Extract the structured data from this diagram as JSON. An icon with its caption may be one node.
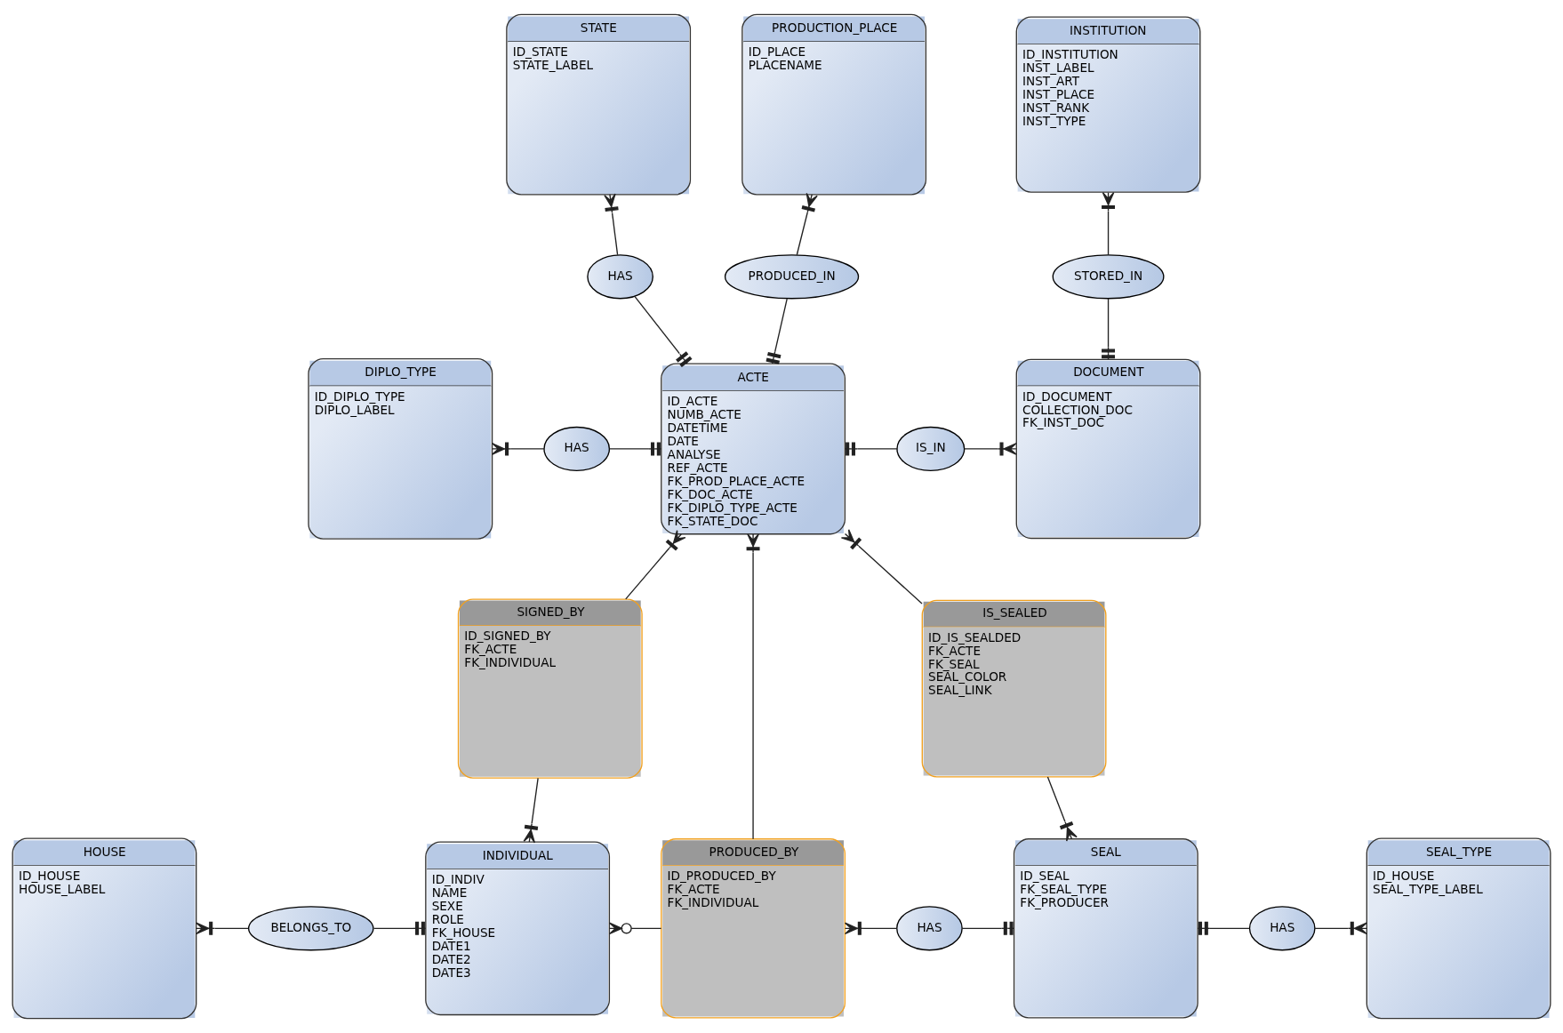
{
  "diagram": {
    "nodes": [
      {
        "text": [
          "STATE",
          "ID_STATE",
          "STATE_LABEL"
        ]
      },
      {
        "text": [
          "PRODUCTION_PLACE",
          "ID_PLACE",
          "PLACENAME"
        ]
      },
      {
        "text": [
          "INSTITUTION",
          "ID_INSTITUTION",
          "INST_LABEL",
          "INST_ART",
          "INST_PLACE",
          "INST_RANK",
          "INST_TYPE"
        ]
      },
      {
        "text": [
          "HAS"
        ]
      },
      {
        "text": [
          "PRODUCED_IN"
        ]
      },
      {
        "text": [
          "STORED_IN"
        ]
      },
      {
        "text": [
          "DIPLO_TYPE",
          "ID_DIPLO_TYPE",
          "DIPLO_LABEL"
        ]
      },
      {
        "text": [
          "HAS"
        ]
      },
      {
        "text": [
          "ACTE",
          "ID_ACTE",
          "NUMB_ACTE",
          "DATETIME",
          "DATE",
          "ANALYSE",
          "REF_ACTE",
          "FK_PROD_PLACE_ACTE",
          "FK_DOC_ACTE",
          "FK_DIPLO_TYPE_ACTE",
          "FK_STATE_DOC"
        ]
      },
      {
        "text": [
          "IS_IN"
        ]
      },
      {
        "text": [
          "DOCUMENT",
          "ID_DOCUMENT",
          "COLLECTION_DOC",
          "FK_INST_DOC"
        ]
      },
      {
        "text": [
          "SIGNED_BY",
          "ID_SIGNED_BY",
          "FK_ACTE",
          "FK_INDIVIDUAL"
        ]
      },
      {
        "text": [
          "IS_SEALED",
          "ID_IS_SEALDED",
          "FK_ACTE",
          "FK_SEAL",
          "SEAL_COLOR",
          "SEAL_LINK"
        ]
      },
      {
        "text": [
          "HOUSE",
          "ID_HOUSE",
          "HOUSE_LABEL"
        ]
      },
      {
        "text": [
          "BELONGS_TO"
        ]
      },
      {
        "text": [
          "INDIVIDUAL",
          "ID_INDIV",
          "NAME",
          "SEXE",
          "ROLE",
          "FK_HOUSE",
          "DATE1",
          "DATE2",
          "DATE3"
        ]
      },
      {
        "text": [
          "PRODUCED_BY",
          "ID_PRODUCED_BY",
          "FK_ACTE",
          "FK_INDIVIDUAL"
        ]
      },
      {
        "text": [
          "HAS"
        ]
      },
      {
        "text": [
          "SEAL",
          "ID_SEAL",
          "FK_SEAL_TYPE",
          "FK_PRODUCER"
        ]
      },
      {
        "text": [
          "HAS"
        ]
      },
      {
        "text": [
          "SEAL_TYPE",
          "ID_HOUSE",
          "SEAL_TYPE_LABEL"
        ]
      }
    ],
    "edges": [
      {
        "from": 0,
        "to": 3,
        "arrow": "other"
      },
      {
        "from": 3,
        "to": 8,
        "arrow": "other"
      },
      {
        "from": 1,
        "to": 4,
        "arrow": "other"
      },
      {
        "from": 4,
        "to": 8,
        "arrow": "other"
      },
      {
        "from": 2,
        "to": 5,
        "arrow": "other"
      },
      {
        "from": 5,
        "to": 10,
        "arrow": "other"
      },
      {
        "from": 6,
        "to": 7,
        "arrow": "other"
      },
      {
        "from": 7,
        "to": 8,
        "arrow": "other"
      },
      {
        "from": 8,
        "to": 9,
        "arrow": "other"
      },
      {
        "from": 9,
        "to": 10,
        "arrow": "other"
      },
      {
        "from": 8,
        "to": 11,
        "arrow": "other"
      },
      {
        "from": 8,
        "to": 12,
        "arrow": "other"
      },
      {
        "from": 8,
        "to": 16,
        "arrow": "other"
      },
      {
        "from": 11,
        "to": 15,
        "arrow": "other"
      },
      {
        "from": 12,
        "to": 18,
        "arrow": "other"
      },
      {
        "from": 13,
        "to": 14,
        "arrow": "other"
      },
      {
        "from": 14,
        "to": 15,
        "arrow": "other"
      },
      {
        "from": 15,
        "to": 16,
        "arrow": "other"
      },
      {
        "from": 16,
        "to": 17,
        "arrow": "other"
      },
      {
        "from": 17,
        "to": 18,
        "arrow": "other"
      },
      {
        "from": 18,
        "to": 19,
        "arrow": "other"
      },
      {
        "from": 19,
        "to": 20,
        "arrow": "other"
      }
    ]
  }
}
